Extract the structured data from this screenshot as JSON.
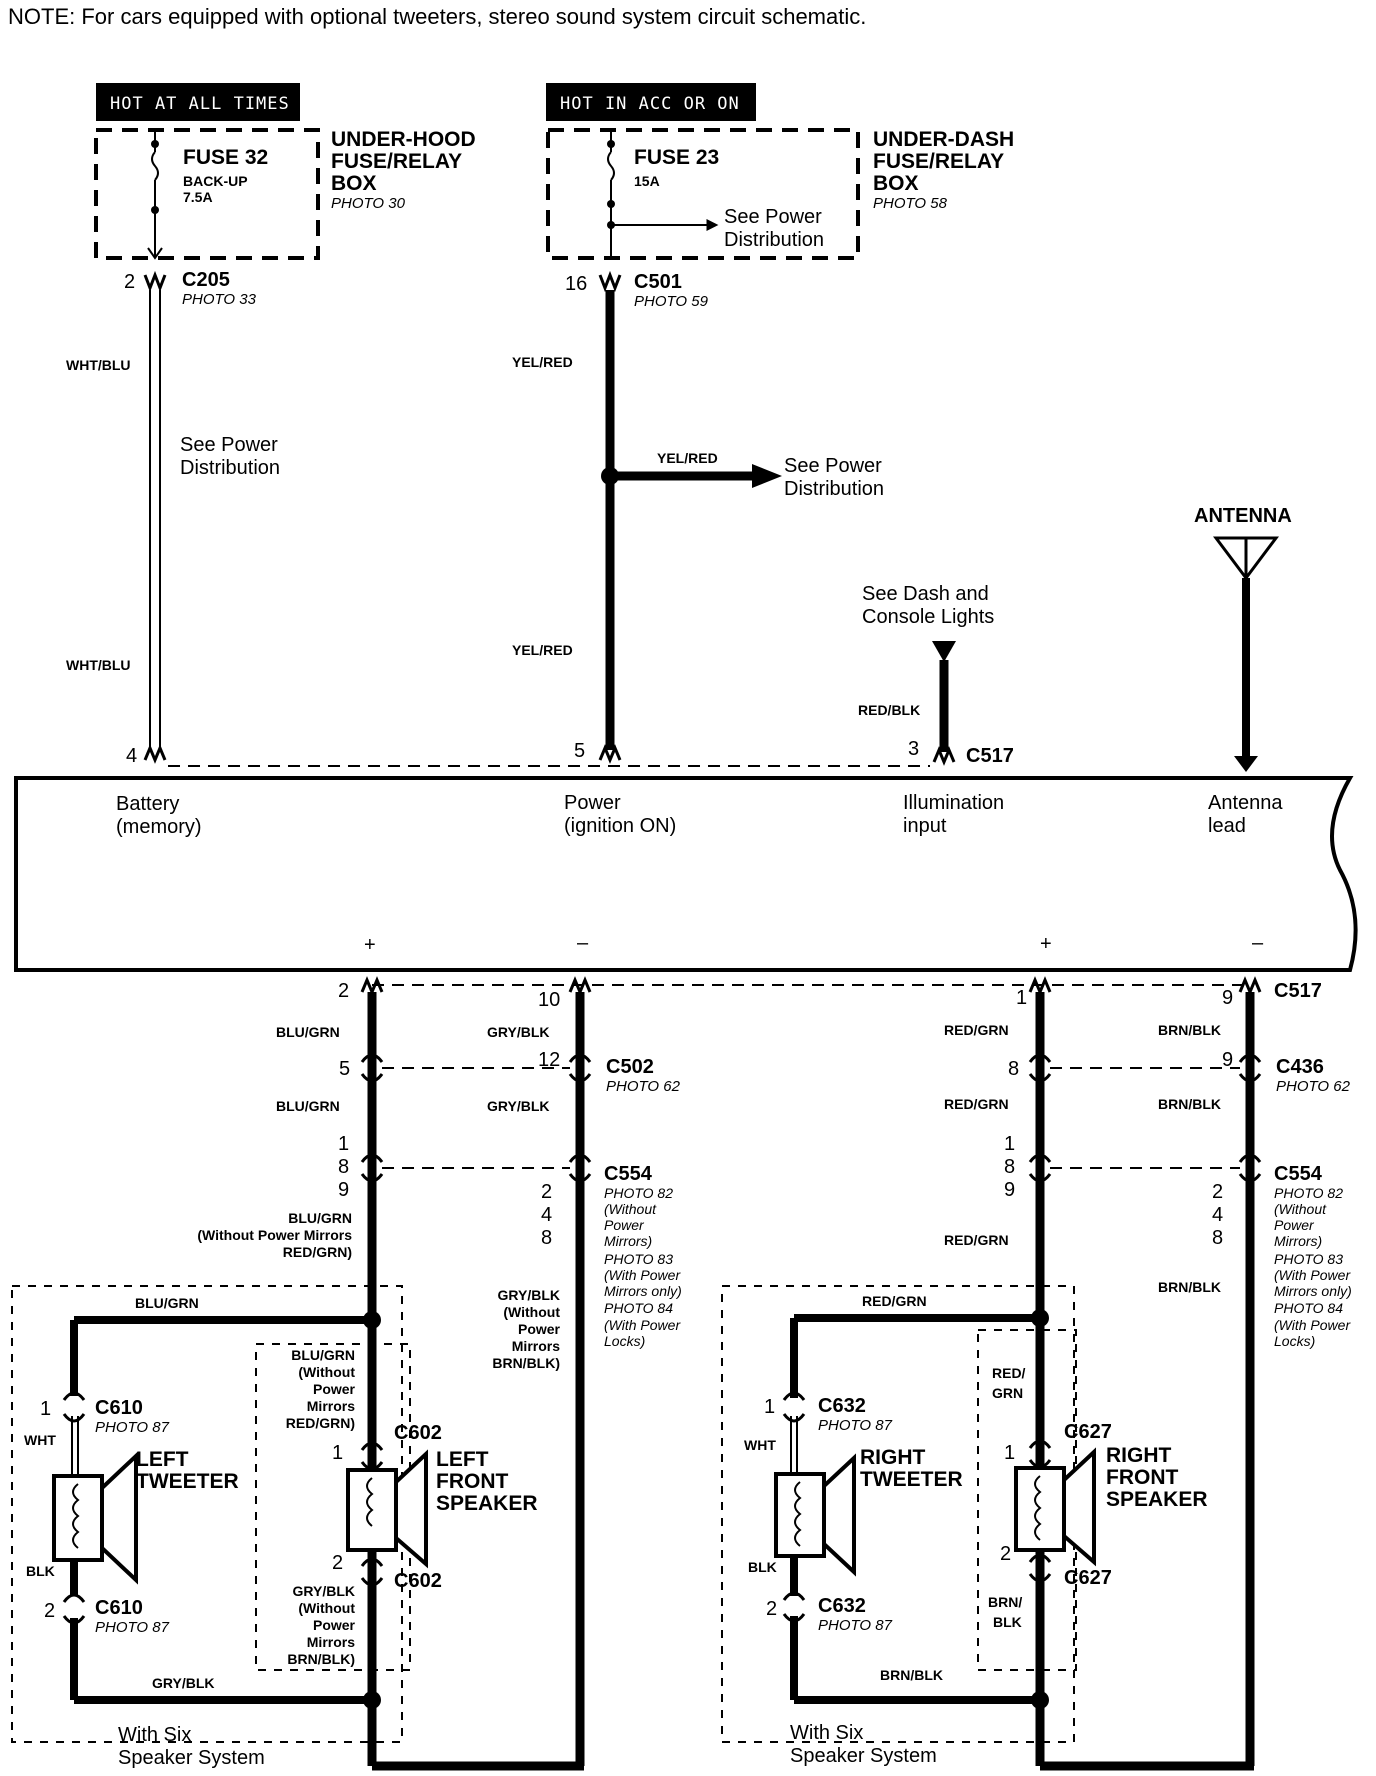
{
  "note": "NOTE: For cars equipped with optional tweeters, stereo sound system circuit schematic.",
  "colors": {
    "ink": "#000000",
    "paper": "#ffffff"
  },
  "fuse_left": {
    "header": "HOT AT ALL TIMES",
    "fuse": "FUSE 32",
    "rating1": "BACK-UP",
    "rating2": "7.5A",
    "box1": "UNDER-HOOD",
    "box2": "FUSE/RELAY",
    "box3": "BOX",
    "photo": "PHOTO 30"
  },
  "fuse_right": {
    "header": "HOT IN ACC OR ON",
    "fuse": "FUSE 23",
    "rating": "15A",
    "see1": "See Power",
    "see2": "Distribution",
    "box1": "UNDER-DASH",
    "box2": "FUSE/RELAY",
    "box3": "BOX",
    "photo": "PHOTO 58"
  },
  "top": {
    "c205": "C205",
    "c205_photo": "PHOTO 33",
    "c205_pin": "2",
    "c501": "C501",
    "c501_photo": "PHOTO 59",
    "c501_pin": "16",
    "wht_blu": "WHT/BLU",
    "yel_red": "YEL/RED",
    "see_power_1": "See Power",
    "see_power_2": "Distribution",
    "antenna": "ANTENNA",
    "see_dash_1": "See Dash and",
    "see_dash_2": "Console Lights",
    "red_blk": "RED/BLK",
    "pin4": "4",
    "pin5": "5",
    "pin3": "3",
    "c517": "C517"
  },
  "unit": {
    "battery_1": "Battery",
    "battery_2": "(memory)",
    "power_1": "Power",
    "power_2": "(ignition ON)",
    "illum_1": "Illumination",
    "illum_2": "input",
    "antenna_1": "Antenna",
    "antenna_2": "lead",
    "plus": "+",
    "minus": "–"
  },
  "left_side": {
    "pin2": "2",
    "pin10": "10",
    "pin5": "5",
    "pin12": "12",
    "pins_a": [
      "1",
      "8",
      "9"
    ],
    "pins_b": [
      "2",
      "4",
      "8"
    ],
    "blu_grn": "BLU/GRN",
    "gry_blk": "GRY/BLK",
    "c502": "C502",
    "c502_photo": "PHOTO 62",
    "c554": "C554",
    "c554_notes": [
      "PHOTO 82",
      "(Without",
      "Power",
      "Mirrors)",
      "PHOTO 83",
      "(With Power",
      "Mirrors only)",
      "PHOTO 84",
      "(With Power",
      "Locks)"
    ],
    "note_a": [
      "BLU/GRN",
      "(Without Power Mirrors",
      "RED/GRN)"
    ],
    "note_b": [
      "GRY/BLK",
      "(Without",
      "Power",
      "Mirrors",
      "BRN/BLK)"
    ],
    "note_c": [
      "BLU/GRN",
      "(Without",
      "Power",
      "Mirrors",
      "RED/GRN)"
    ],
    "note_d": [
      "GRY/BLK",
      "(Without",
      "Power",
      "Mirrors",
      "BRN/BLK)"
    ],
    "c610": "C610",
    "c610_photo": "PHOTO 87",
    "c602": "C602",
    "wht": "WHT",
    "blk": "BLK",
    "pin1": "1",
    "pin2b": "2",
    "tweeter_1": "LEFT",
    "tweeter_2": "TWEETER",
    "speaker_1": "LEFT",
    "speaker_2": "FRONT",
    "speaker_3": "SPEAKER",
    "six_1": "With Six",
    "six_2": "Speaker System"
  },
  "right_side": {
    "pin1": "1",
    "pin9": "9",
    "pin8": "8",
    "pin9b": "9",
    "pins_a": [
      "1",
      "8",
      "9"
    ],
    "pins_b": [
      "2",
      "4",
      "8"
    ],
    "red_grn": "RED/GRN",
    "brn_blk": "BRN/BLK",
    "c517": "C517",
    "c436": "C436",
    "c436_photo": "PHOTO 62",
    "c554": "C554",
    "c554_notes": [
      "PHOTO 82",
      "(Without",
      "Power",
      "Mirrors)",
      "PHOTO 83",
      "(With Power",
      "Mirrors only)",
      "PHOTO 84",
      "(With Power",
      "Locks)"
    ],
    "red_grn_split_1": "RED/",
    "red_grn_split_2": "GRN",
    "brn_blk_split_1": "BRN/",
    "brn_blk_split_2": "BLK",
    "c632": "C632",
    "c632_photo": "PHOTO 87",
    "c627": "C627",
    "wht": "WHT",
    "blk": "BLK",
    "pin2": "2",
    "tweeter_1": "RIGHT",
    "tweeter_2": "TWEETER",
    "speaker_1": "RIGHT",
    "speaker_2": "FRONT",
    "speaker_3": "SPEAKER",
    "six_1": "With Six",
    "six_2": "Speaker System"
  }
}
